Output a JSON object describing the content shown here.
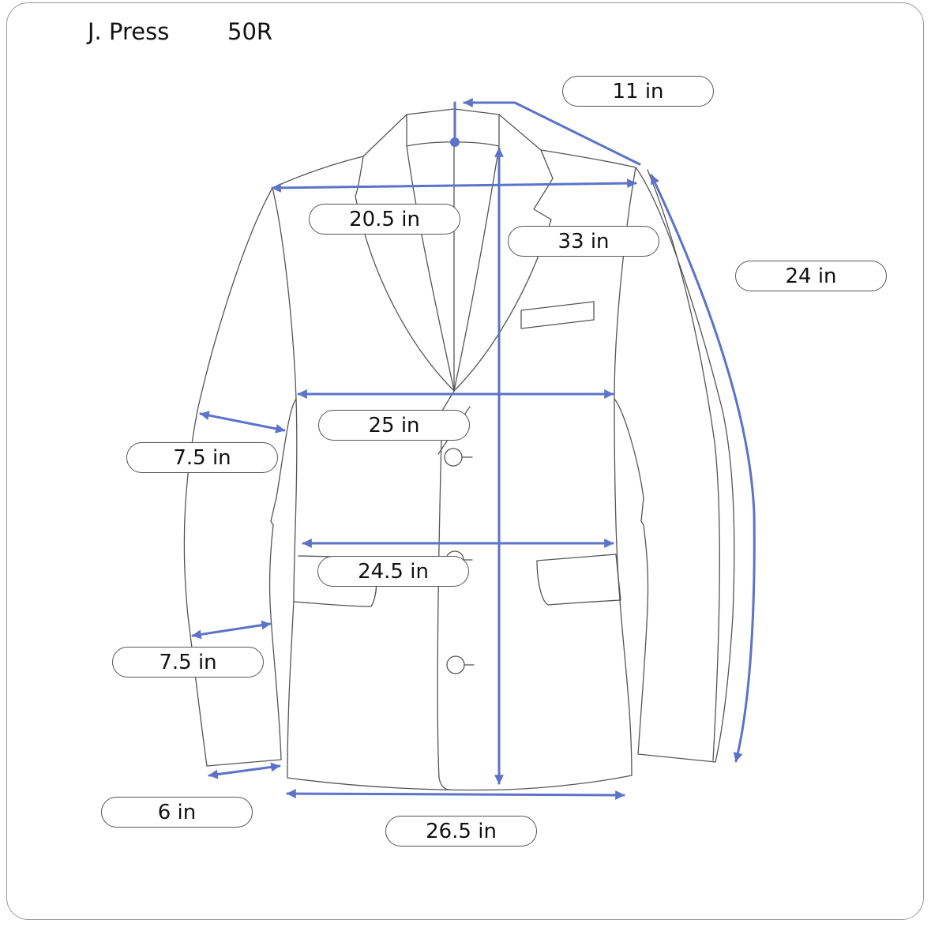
{
  "header": {
    "brand": "J. Press",
    "size": "50R"
  },
  "measurements": {
    "shoulder_slope": "11 in",
    "shoulder_width": "20.5 in",
    "length": "33 in",
    "sleeve_length": "24 in",
    "chest": "25 in",
    "bicep": "7.5 in",
    "waist": "24.5 in",
    "forearm": "7.5 in",
    "cuff": "6 in",
    "hem": "26.5 in"
  },
  "colors": {
    "measure_line": "#5b73c8",
    "outline": "#555555",
    "border": "#9a9a9a"
  }
}
